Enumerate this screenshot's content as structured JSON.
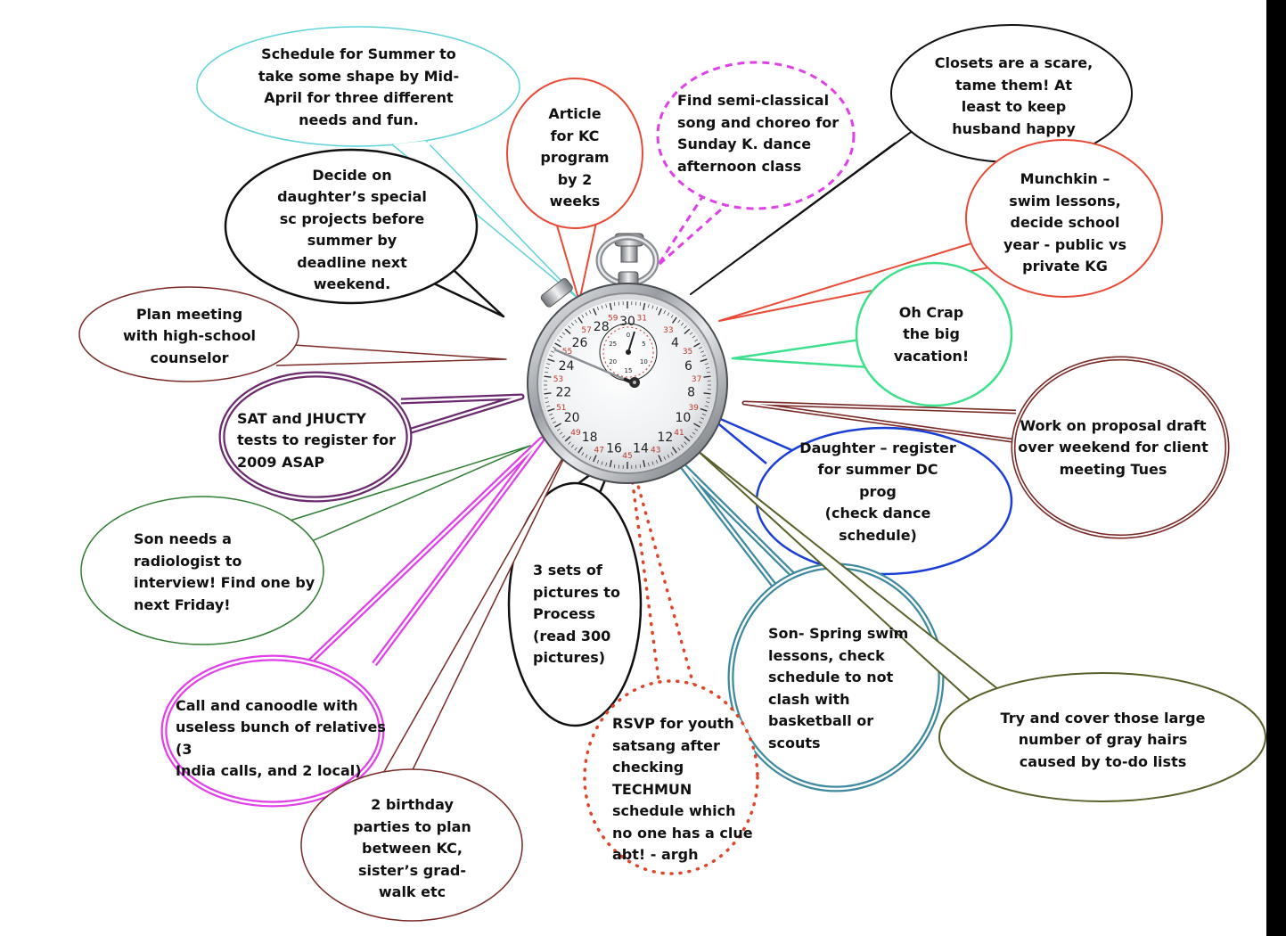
{
  "colors": {
    "cyan": "#5fd3d8",
    "red": "#e84a36",
    "magenta": "#e040e8",
    "black": "#111111",
    "maroon": "#7a2a26",
    "purple": "#6b2a6e",
    "green": "#2e7d32",
    "mint": "#3de08c",
    "blue": "#1b3fd6",
    "teal": "#3d8aa0",
    "olive": "#56622a",
    "dotred": "#e0442a"
  },
  "stopwatch": {
    "outer_numbers": [
      "30",
      "4",
      "6",
      "8",
      "10",
      "12",
      "14",
      "16",
      "18",
      "20",
      "22",
      "24",
      "26",
      "28"
    ],
    "red_numbers": [
      "31",
      "33",
      "35",
      "37",
      "39",
      "41",
      "43",
      "45",
      "47",
      "49",
      "51",
      "53",
      "55",
      "57",
      "59"
    ],
    "inner_numbers": [
      "0",
      "5",
      "10",
      "15",
      "20",
      "25"
    ]
  },
  "bubbles": {
    "summer": "Schedule for Summer to\ntake some shape by Mid-\nApril for three different\nneeds and fun.",
    "article": "Article\nfor KC\nprogram\nby 2\nweeks",
    "song": "Find semi-classical\nsong  and choreo for\nSunday K. dance\nafternoon class",
    "closets": "Closets are a scare,\ntame them! At\nleast to keep\nhusband happy",
    "daughter_sc": "Decide on\ndaughter’s special\nsc projects before\nsummer by\ndeadline next\nweekend.",
    "munchkin": "Munchkin –\nswim lessons,\ndecide school\nyear - public vs\nprivate KG",
    "counselor": "Plan meeting\nwith high-school\ncounselor",
    "vacation": "Oh Crap\nthe big\nvacation!",
    "sat": "SAT  and JHUCTY\ntests to register for\n2009 ASAP",
    "proposal": "Work on proposal draft\nover weekend for client\nmeeting Tues",
    "daughter_dc": "Daughter – register\nfor summer DC prog\n(check dance\nschedule)",
    "radiologist": "Son needs a\nradiologist to\n interview! Find one by\nnext Friday!",
    "pictures": "3 sets of\npictures to\nProcess\n(read 300\npictures)",
    "swim": "Son- Spring swim\nlessons, check\nschedule to not\nclash with\nbasketball or scouts",
    "relatives": "Call and canoodle with\nuseless bunch of relatives (3\nIndia calls, and 2 local)",
    "rsvp": "RSVP for youth\nsatsang after\nchecking\nTECHMUN\nschedule which\nno one has a clue\nabt! - argh",
    "gray": "Try and cover those large\nnumber of gray hairs\ncaused by to-do lists",
    "birthday": "2 birthday\nparties to plan\nbetween KC,\nsister’s grad-\nwalk etc"
  }
}
